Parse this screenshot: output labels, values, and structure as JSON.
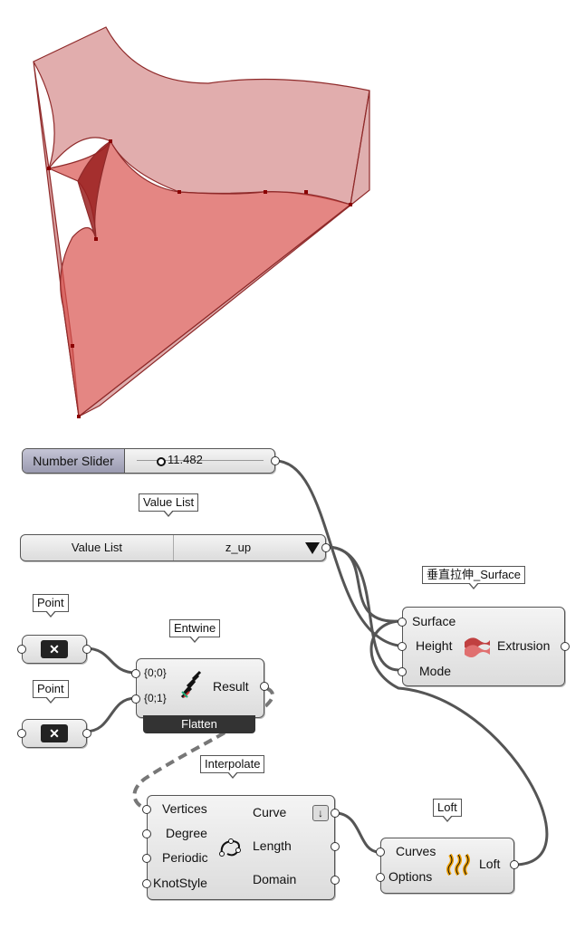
{
  "number_slider": {
    "name": "Number Slider",
    "value": "11.482"
  },
  "value_list": {
    "tag": "Value List",
    "name": "Value List",
    "selected": "z_up"
  },
  "points": [
    {
      "tag": "Point",
      "icon": "point-param-icon"
    },
    {
      "tag": "Point",
      "icon": "point-param-icon"
    }
  ],
  "entwine": {
    "tag": "Entwine",
    "inputs": [
      "{0;0}",
      "{0;1}"
    ],
    "output": "Result",
    "flag": "Flatten"
  },
  "extrusion": {
    "tag": "垂直拉伸_Surface",
    "inputs": [
      "Surface",
      "Height",
      "Mode"
    ],
    "output": "Extrusion"
  },
  "interpolate": {
    "tag": "Interpolate",
    "inputs": [
      "Vertices",
      "Degree",
      "Periodic",
      "KnotStyle"
    ],
    "outputs": [
      "Curve",
      "Length",
      "Domain"
    ]
  },
  "loft": {
    "tag": "Loft",
    "inputs": [
      "Curves",
      "Options"
    ],
    "output": "Loft"
  },
  "colors": {
    "surface": "#d9534f",
    "edge": "#9a2020",
    "wire": "#555555",
    "slider_label_bg": "#a8a8bd"
  }
}
